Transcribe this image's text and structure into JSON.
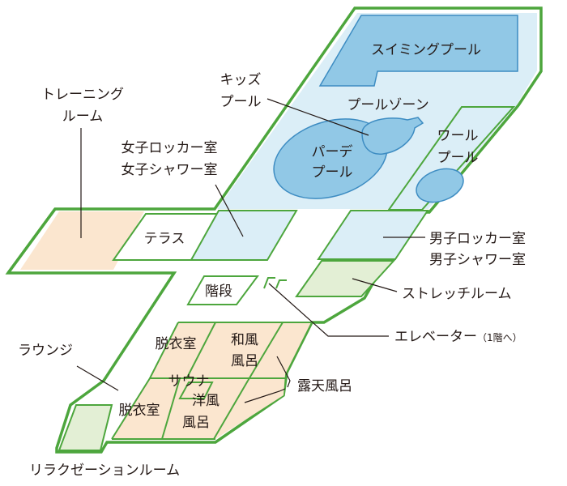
{
  "colors": {
    "outline": "#4da63d",
    "pool_zone": "#dbeef7",
    "water": "#91c8e6",
    "water_stroke": "#3d8cc2",
    "bath": "#fbe6cf",
    "stretch": "#e3efd5",
    "leader": "#231815",
    "text": "#231815"
  },
  "labels": {
    "swimming_pool": "スイミングプール",
    "kids_pool_1": "キッズ",
    "kids_pool_2": "プール",
    "pool_zone": "プールゾーン",
    "party_pool_1": "パーデ",
    "party_pool_2": "プール",
    "whirl_pool_1": "ワール",
    "whirl_pool_2": "プール",
    "training_room_1": "トレーニング",
    "training_room_2": "ルーム",
    "womens_locker_1": "女子ロッカー室",
    "womens_locker_2": "女子シャワー室",
    "terrace": "テラス",
    "mens_locker_1": "男子ロッカー室",
    "mens_locker_2": "男子シャワー室",
    "stairs": "階段",
    "stretch_room": "ストレッチルーム",
    "elevator": "エレベーター",
    "elevator_note": "（1階へ）",
    "lounge": "ラウンジ",
    "dressing_room_1": "脱衣室",
    "japanese_bath_1": "和風",
    "japanese_bath_2": "風呂",
    "sauna": "サウナ",
    "open_air_bath": "露天風呂",
    "dressing_room_2": "脱衣室",
    "western_bath_1": "洋風",
    "western_bath_2": "風呂",
    "relaxation_room": "リラクゼーションルーム"
  }
}
